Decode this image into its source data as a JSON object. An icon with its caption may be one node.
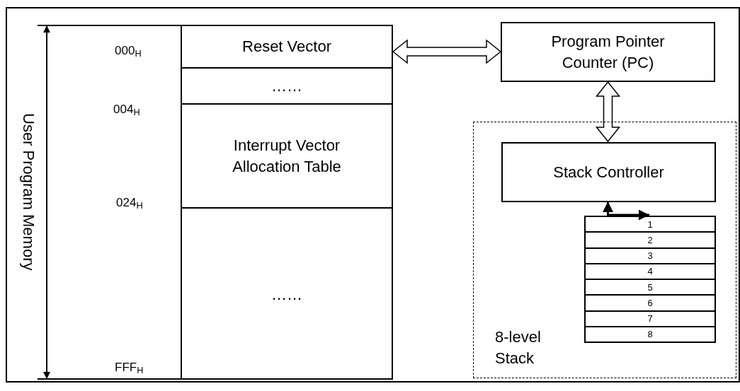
{
  "diagram": {
    "nodes": [
      {
        "text": [],
        "shape": "box"
      },
      {
        "text": [
          "Reset Vector"
        ],
        "in": 0
      },
      {
        "text": [
          "……"
        ],
        "in": 0
      },
      {
        "text": [
          "Interrupt Vector Allocation Table"
        ],
        "in": 0
      },
      {
        "text": [
          "……"
        ],
        "in": 0
      },
      {
        "text": [
          "Program Pointer Counter (PC)"
        ]
      },
      {
        "text": [
          "8-level Stack"
        ]
      },
      {
        "text": [
          "Stack Controller"
        ],
        "in": 6
      },
      {
        "text": [
          "1",
          "2",
          "3",
          "4",
          "5",
          "6",
          "7",
          "8"
        ],
        "in": 6
      }
    ],
    "edges": [
      {
        "from": 1,
        "to": 5,
        "arrow": "both",
        "style": "thick"
      },
      {
        "from": 5,
        "to": 7,
        "arrow": "both",
        "style": "thick"
      },
      {
        "from": 7,
        "to": 8,
        "arrow": "both"
      }
    ],
    "labels": [
      "User Program Memory",
      "000$_{H}$",
      "004$_{H}$",
      "024$_{H}$",
      "FFF$_{H}$"
    ]
  }
}
